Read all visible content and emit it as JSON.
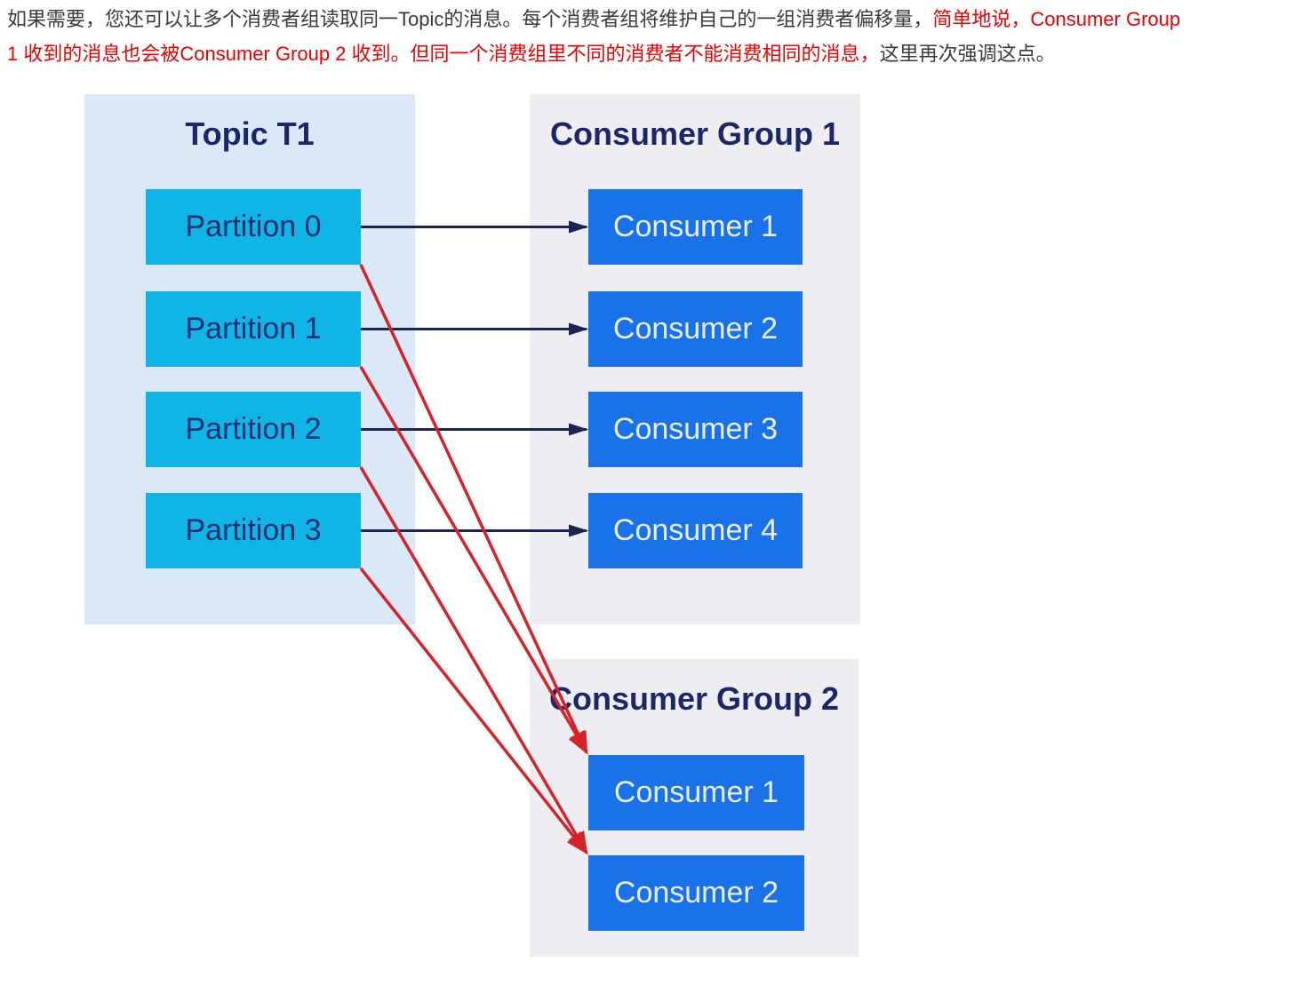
{
  "paragraph": {
    "line1_black": "如果需要，您还可以让多个消费者组读取同一Topic的消息。每个消费者组将维护自己的一组消费者偏移量，",
    "line1_red": "简单地说，Consumer Group",
    "line2_red": "1 收到的消息也会被Consumer Group 2 收到。但同一个消费组里不同的消费者不能消费相同的消息，",
    "line2_black": "这里再次强调这点。",
    "text_color": "#3b3b3b",
    "emphasis_color": "#ee0000"
  },
  "diagram": {
    "topic": {
      "title": "Topic T1",
      "partitions": [
        "Partition 0",
        "Partition 1",
        "Partition 2",
        "Partition 3"
      ]
    },
    "group1": {
      "title": "Consumer Group 1",
      "consumers": [
        "Consumer 1",
        "Consumer 2",
        "Consumer 3",
        "Consumer 4"
      ]
    },
    "group2": {
      "title": "Consumer Group 2",
      "consumers": [
        "Consumer 1",
        "Consumer 2"
      ]
    },
    "colors": {
      "topic_bg": "#dbe8f8",
      "group_bg": "#ededf2",
      "partition_fill": "#0fb5e6",
      "consumer_fill": "#1a72e8",
      "title_text": "#1b2768",
      "partition_text": "#15306e",
      "consumer_text": "#e9eefb",
      "assign_arrow": "#1c2452",
      "broadcast_arrow": "#d42329",
      "text_color": "#3b3b3b",
      "emphasis_color": "#ee0000"
    },
    "connections": [
      {
        "from": "partition-0",
        "to": "g1-consumer-1",
        "kind": "assign"
      },
      {
        "from": "partition-1",
        "to": "g1-consumer-2",
        "kind": "assign"
      },
      {
        "from": "partition-2",
        "to": "g1-consumer-3",
        "kind": "assign"
      },
      {
        "from": "partition-3",
        "to": "g1-consumer-4",
        "kind": "assign"
      },
      {
        "from": "partition-0",
        "to": "g2-consumer-1",
        "kind": "broadcast"
      },
      {
        "from": "partition-1",
        "to": "g2-consumer-1",
        "kind": "broadcast"
      },
      {
        "from": "partition-2",
        "to": "g2-consumer-2",
        "kind": "broadcast"
      },
      {
        "from": "partition-3",
        "to": "g2-consumer-2",
        "kind": "broadcast"
      }
    ]
  }
}
